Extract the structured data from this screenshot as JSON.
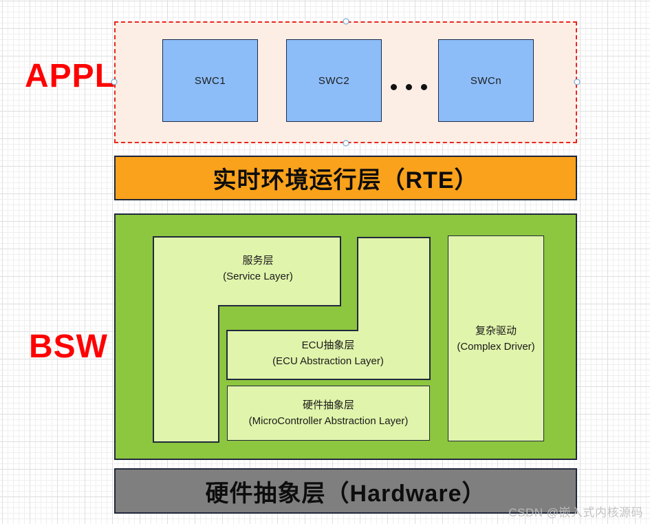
{
  "labels": {
    "appl": "APPL",
    "bsw": "BSW"
  },
  "appl_layer": {
    "swc_boxes": [
      {
        "label": "SWC1"
      },
      {
        "label": "SWC2"
      },
      {
        "label": "SWCn"
      }
    ],
    "ellipsis_icon": "three-dots"
  },
  "rte_bar": {
    "label": "实时环境运行层（RTE）"
  },
  "bsw_layer": {
    "service": {
      "line1": "服务层",
      "line2": "(Service Layer)"
    },
    "ecu": {
      "line1": "ECU抽象层",
      "line2": "(ECU Abstraction Layer)"
    },
    "mcal": {
      "line1": "硬件抽象层",
      "line2": "(MicroController Abstraction Layer)"
    },
    "complex_driver": {
      "line1": "复杂驱动",
      "line2": "(Complex Driver)"
    }
  },
  "hardware_bar": {
    "label": "硬件抽象层（Hardware）"
  },
  "watermark": {
    "text": "CSDN @嵌入式内核源码"
  },
  "colors": {
    "appl-fill": "#fceee4",
    "appl-border": "#e9251f",
    "swc-fill": "#8cbdf8",
    "swc-border": "#1b2a4a",
    "orange": "#faa21b",
    "green": "#8dc63f",
    "light-green": "#e0f4ab",
    "gray": "#7f7f7f",
    "dark-border": "#20283c",
    "label-red": "#ff0000",
    "handle-blue": "#5b9bd5",
    "watermark-gray": "#bfbfbf",
    "grid-minor": "#efefef",
    "grid-major": "#dedede"
  }
}
